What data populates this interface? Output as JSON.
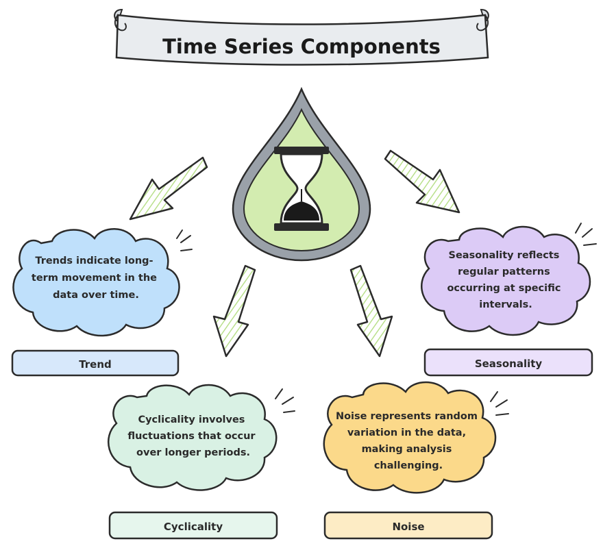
{
  "title": "Time Series Components",
  "center_icon": "hourglass-icon",
  "colors": {
    "stroke": "#2b2b2b",
    "title_banner": "#e9ecef",
    "drop_outer": "#9aa1a9",
    "drop_inner": "#d3ecb0",
    "arrow_fill": "#ffffff",
    "arrow_hatch": "#b9e08c",
    "trend": "#bfe0fb",
    "seasonality": "#dccbf6",
    "cyclicality": "#d9f1e4",
    "noise": "#fbd98a"
  },
  "components": [
    {
      "id": "trend",
      "label": "Trend",
      "description_lines": [
        "Trends indicate long-",
        "term movement in the",
        "data over time."
      ]
    },
    {
      "id": "seasonality",
      "label": "Seasonality",
      "description_lines": [
        "Seasonality reflects",
        "regular patterns",
        "occurring at specific",
        "intervals."
      ]
    },
    {
      "id": "cyclicality",
      "label": "Cyclicality",
      "description_lines": [
        "Cyclicality involves",
        "fluctuations that occur",
        "over longer periods."
      ]
    },
    {
      "id": "noise",
      "label": "Noise",
      "description_lines": [
        "Noise represents random",
        "variation in the data,",
        "making analysis",
        "challenging."
      ]
    }
  ]
}
